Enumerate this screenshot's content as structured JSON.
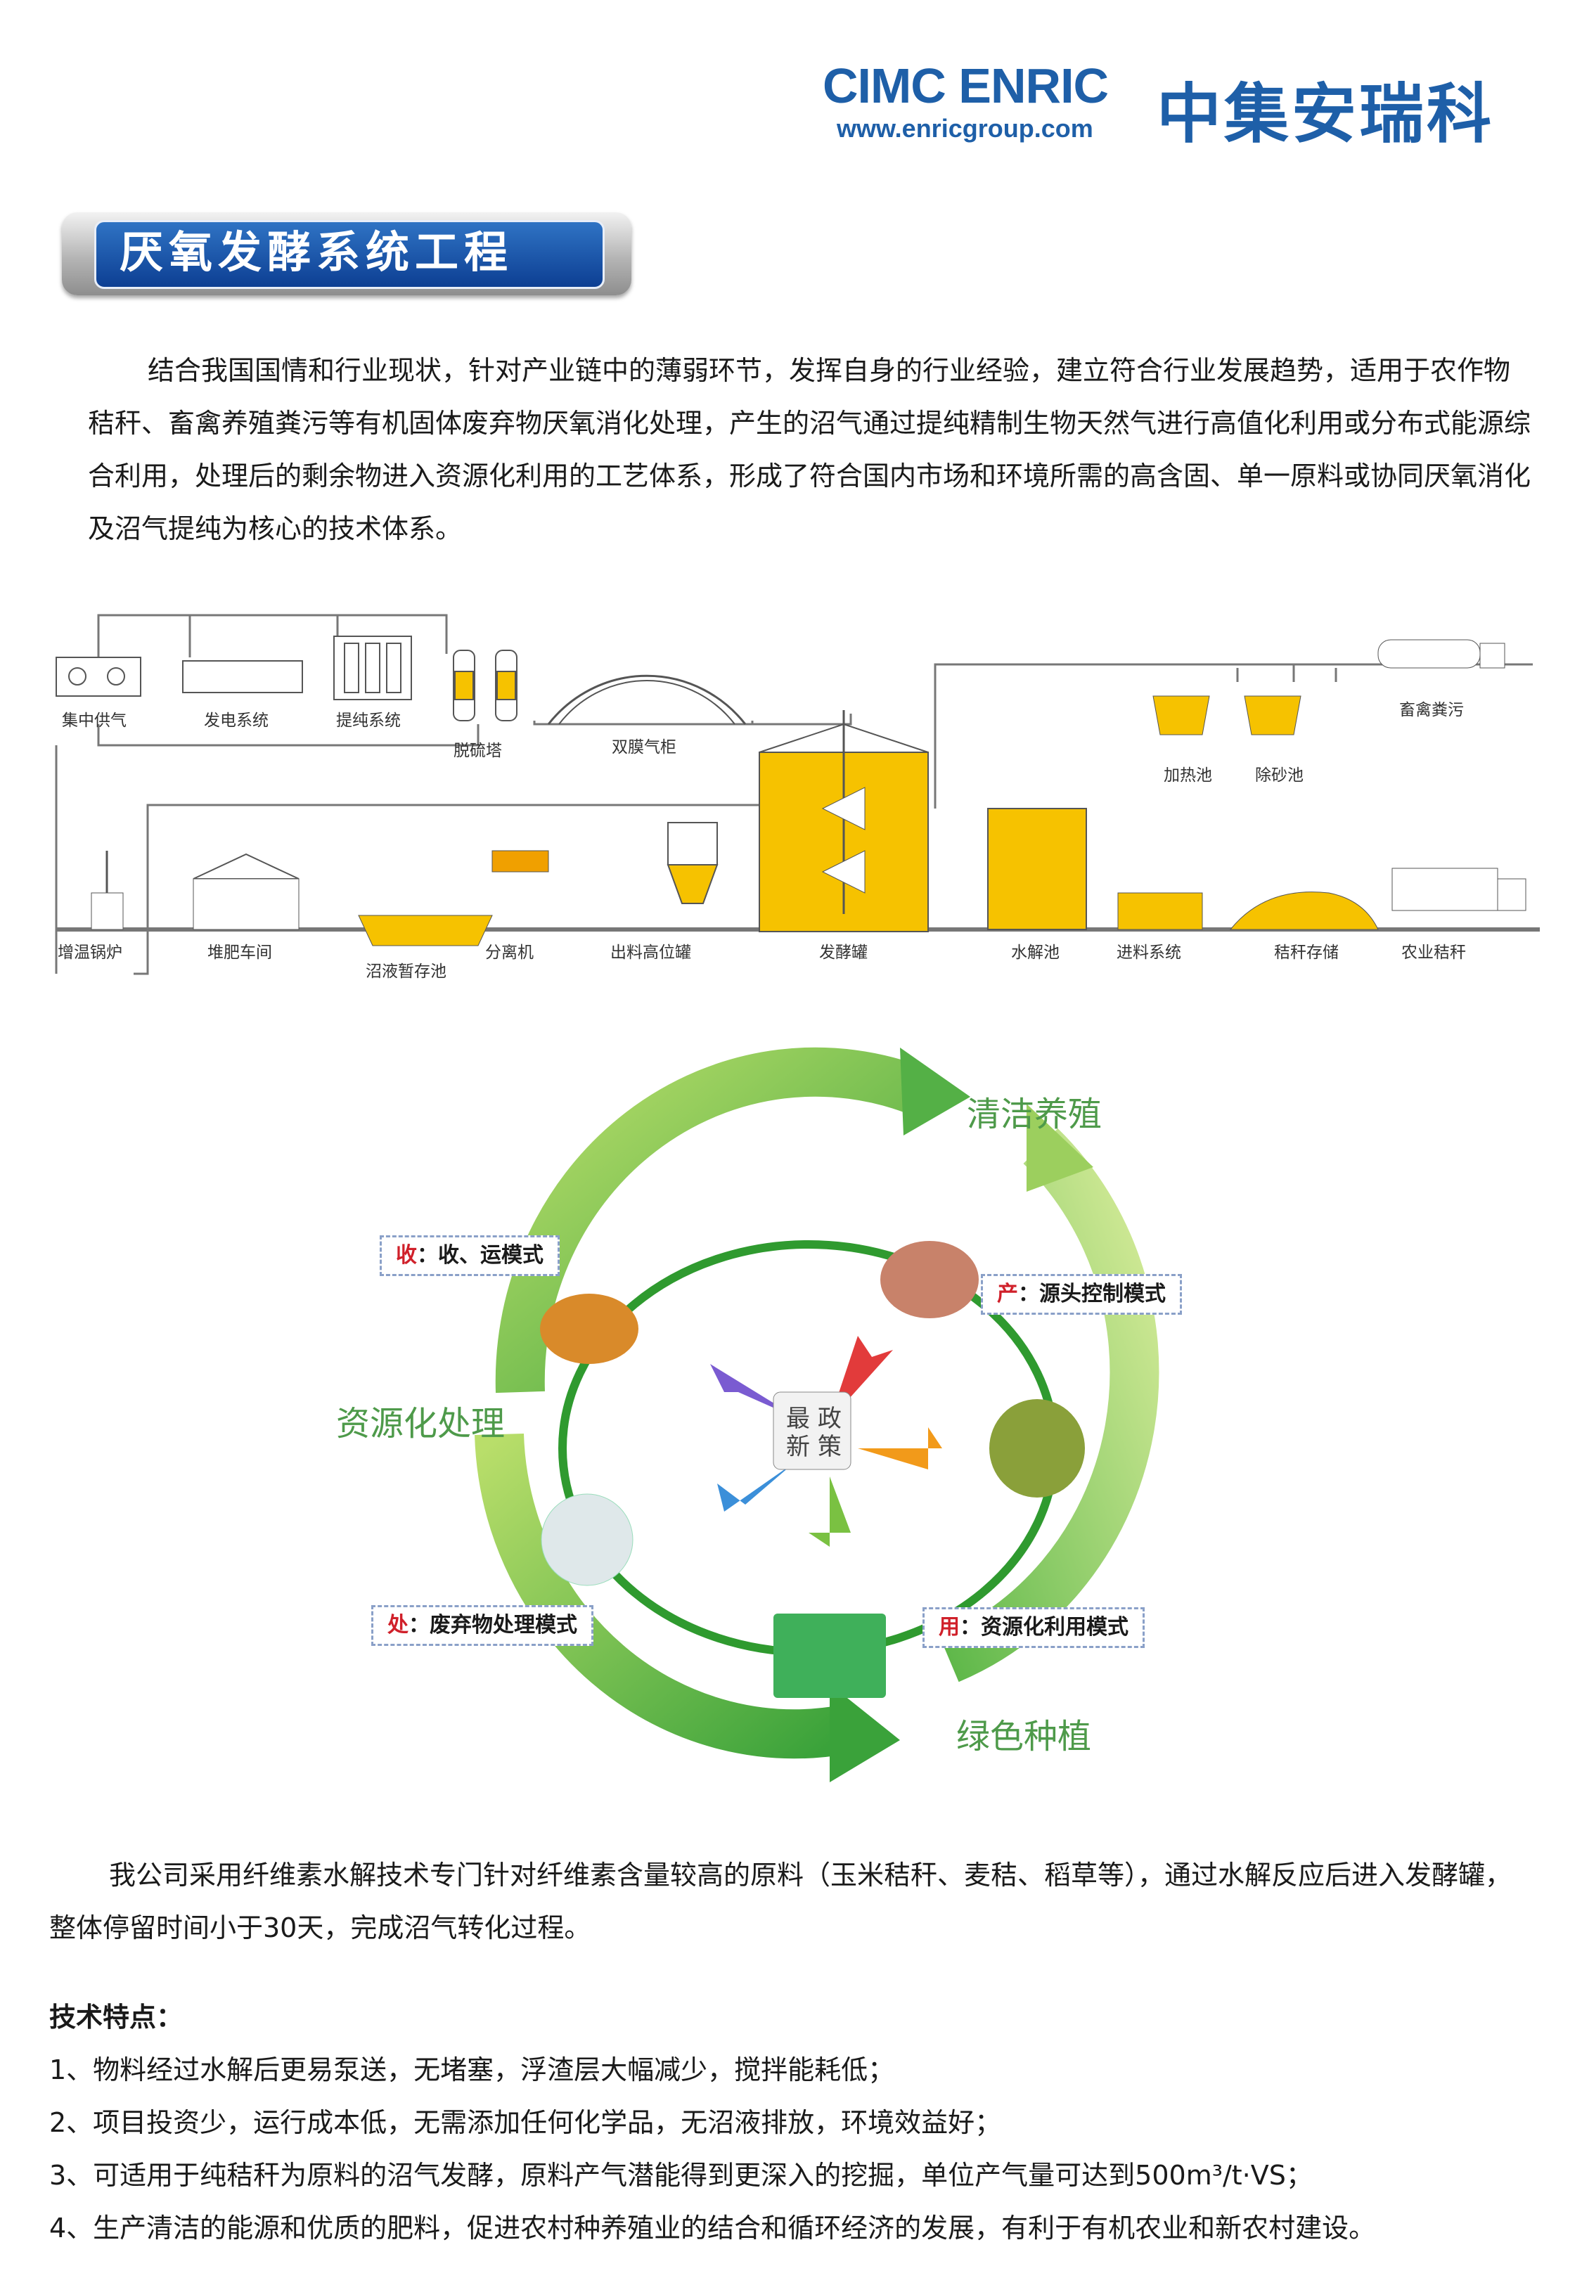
{
  "header": {
    "logo_en": "CIMC ENRIC",
    "logo_url": "www.enricgroup.com",
    "logo_cn": "中集安瑞科"
  },
  "title": "厌氧发酵系统工程",
  "intro": "结合我国国情和行业现状，针对产业链中的薄弱环节，发挥自身的行业经验，建立符合行业发展趋势，适用于农作物秸秆、畜禽养殖粪污等有机固体废弃物厌氧消化处理，产生的沼气通过提纯精制生物天然气进行高值化利用或分布式能源综合利用，处理后的剩余物进入资源化利用的工艺体系，形成了符合国内市场和环境所需的高含固、单一原料或协同厌氧消化及沼气提纯为核心的技术体系。",
  "process_labels": {
    "gas_supply": "集中供气",
    "power": "发电系统",
    "upgrading": "提纯系统",
    "desulfurization": "脱硫塔",
    "gas_holder": "双膜气柜",
    "manure": "畜禽粪污",
    "heating_tank": "加热池",
    "desanding_tank": "除砂池",
    "boiler": "增温锅炉",
    "compost": "堆肥车间",
    "digestate_tank": "沼液暂存池",
    "separator": "分离机",
    "discharge_tank": "出料高位罐",
    "fermenter": "发酵罐",
    "hydrolysis": "水解池",
    "feeding": "进料系统",
    "straw_storage": "秸秆存储",
    "straw": "农业秸秆"
  },
  "cycle": {
    "outer": {
      "top_right": "清洁养殖",
      "left": "资源化处理",
      "bottom_right": "绿色种植"
    },
    "modes": [
      {
        "key": "收",
        "text": "：收、运模式"
      },
      {
        "key": "产",
        "text": "：源头控制模式"
      },
      {
        "key": "处",
        "text": "：废弃物处理模式"
      },
      {
        "key": "用",
        "text": "：资源化利用模式"
      }
    ],
    "center_book": [
      "最",
      "政",
      "新",
      "策"
    ]
  },
  "colors": {
    "brand_blue": "#1e5fa8",
    "tank_yellow": "#f6c200",
    "cycle_green": "#4e9a4a",
    "mode_red": "#d0202a"
  },
  "body2": "我公司采用纤维素水解技术专门针对纤维素含量较高的原料（玉米秸秆、麦秸、稻草等），通过水解反应后进入发酵罐，整体停留时间小于30天，完成沼气转化过程。",
  "features": {
    "title": "技术特点：",
    "items": [
      "1、物料经过水解后更易泵送，无堵塞，浮渣层大幅减少，搅拌能耗低；",
      "2、项目投资少，运行成本低，无需添加任何化学品，无沼液排放，环境效益好；",
      "3、可适用于纯秸秆为原料的沼气发酵，原料产气潜能得到更深入的挖掘，单位产气量可达到500m³/t·VS；",
      "4、生产清洁的能源和优质的肥料，促进农村种养殖业的结合和循环经济的发展，有利于有机农业和新农村建设。"
    ]
  }
}
